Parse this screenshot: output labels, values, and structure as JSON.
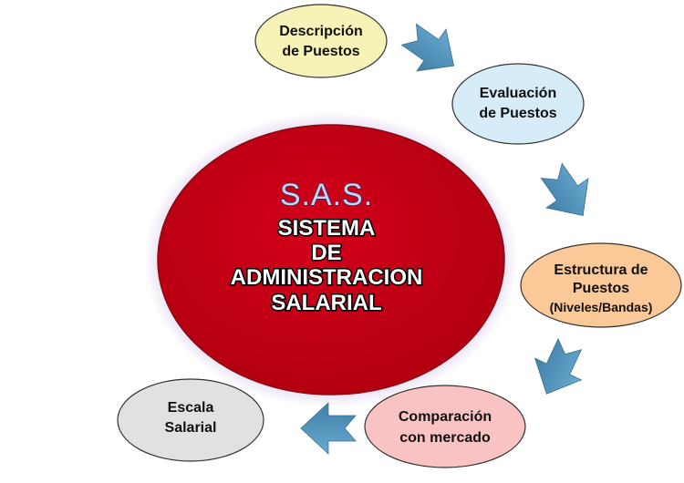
{
  "center": {
    "title": "S.A.S.",
    "lines": [
      "SISTEMA",
      "DE",
      "ADMINISTRACION",
      "SALARIAL"
    ]
  },
  "steps": [
    {
      "id": "descripcion",
      "lines": [
        "Descripción",
        "de Puestos"
      ],
      "fill": "#f7f2b6"
    },
    {
      "id": "evaluacion",
      "lines": [
        "Evaluación",
        "de Puestos"
      ],
      "fill": "#d6ecf8"
    },
    {
      "id": "estructura",
      "lines": [
        "Estructura de",
        "Puestos"
      ],
      "note": "(Niveles/Bandas)",
      "fill": "#fbc898"
    },
    {
      "id": "comparacion",
      "lines": [
        "Comparación",
        "con mercado"
      ],
      "fill": "#fac3c3"
    },
    {
      "id": "escala",
      "lines": [
        "Escala",
        "Salarial"
      ],
      "fill": "#e1e1e1"
    }
  ],
  "colors": {
    "center_fill": "#c40012",
    "center_glow": "#b9a3d9",
    "arrow": "#4d92bb",
    "outline": "#333333"
  }
}
